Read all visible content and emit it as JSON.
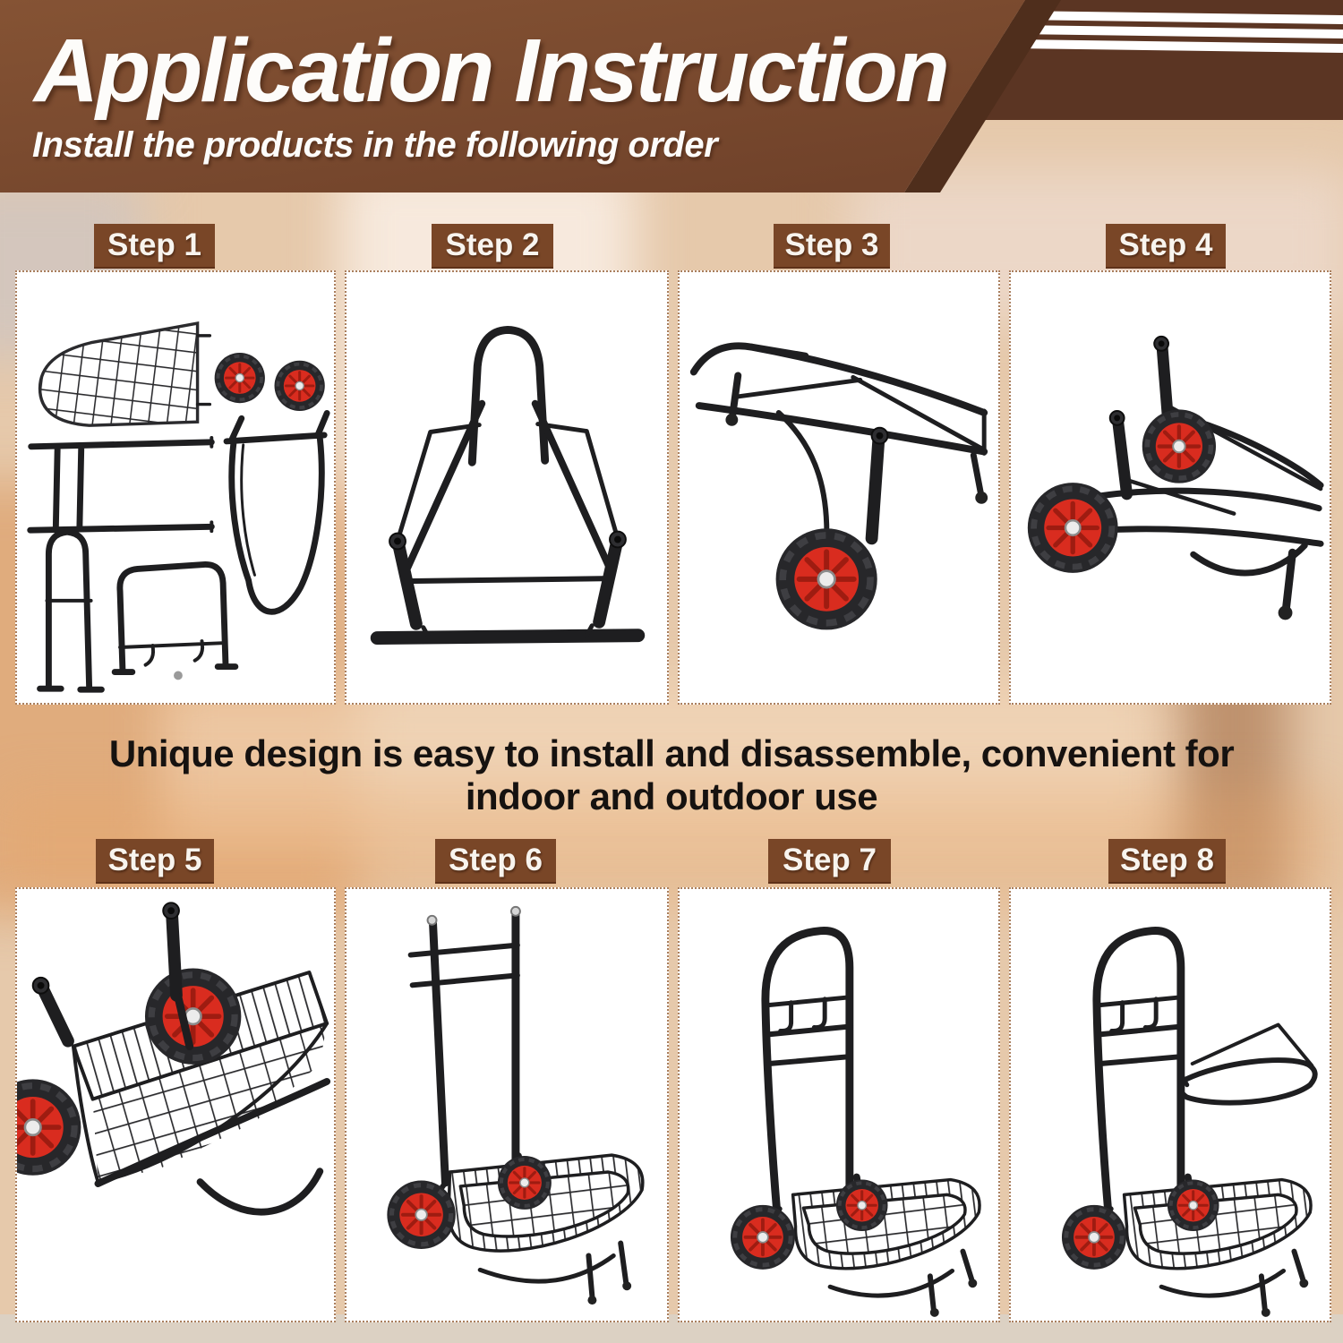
{
  "header": {
    "title": "Application Instruction",
    "subtitle": "Install the products in the following order"
  },
  "steps": [
    {
      "label": "Step 1"
    },
    {
      "label": "Step 2"
    },
    {
      "label": "Step 3"
    },
    {
      "label": "Step 4"
    },
    {
      "label": "Step 5"
    },
    {
      "label": "Step 6"
    },
    {
      "label": "Step 7"
    },
    {
      "label": "Step 8"
    }
  ],
  "middle_note": {
    "line1": "Unique design is easy to install and disassemble, convenient for",
    "line2": "indoor and outdoor use"
  },
  "colors": {
    "banner_brown": "#7b4a2e",
    "banner_dark_band": "#5b3523",
    "banner_shadow": "#4f2e1c",
    "stripe_white": "#ffffff",
    "step_label_brown": "#794627",
    "panel_border": "#aa7f5e",
    "panel_background": "#ffffff",
    "wheel_red": "#d92c1f",
    "tire_black": "#27272a",
    "metal_black": "#1e1e20",
    "note_text": "#161210"
  }
}
